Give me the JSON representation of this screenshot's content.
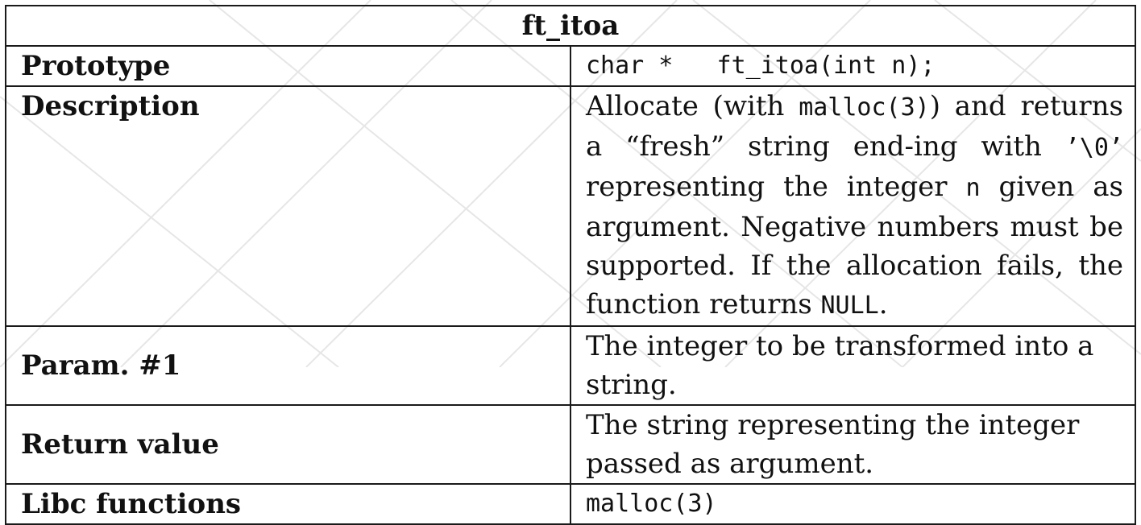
{
  "title": "ft_itoa",
  "rows": {
    "prototype": {
      "label": "Prototype",
      "value": "char *   ft_itoa(int n);"
    },
    "description": {
      "label": "Description",
      "parts": [
        "Allocate (with ",
        "malloc(3)",
        ") and returns a “fresh” string end-ing with ",
        "’\\0’",
        " representing the integer ",
        "n",
        " given as argument. Negative numbers must be supported. If the allocation fails, the function returns ",
        "NULL",
        "."
      ]
    },
    "param1": {
      "label": "Param. #1",
      "value": "The integer to be transformed into a string."
    },
    "return_value": {
      "label": "Return value",
      "value": "The string representing the integer passed as argument."
    },
    "libc_functions": {
      "label": "Libc functions",
      "value": "malloc(3)"
    }
  }
}
